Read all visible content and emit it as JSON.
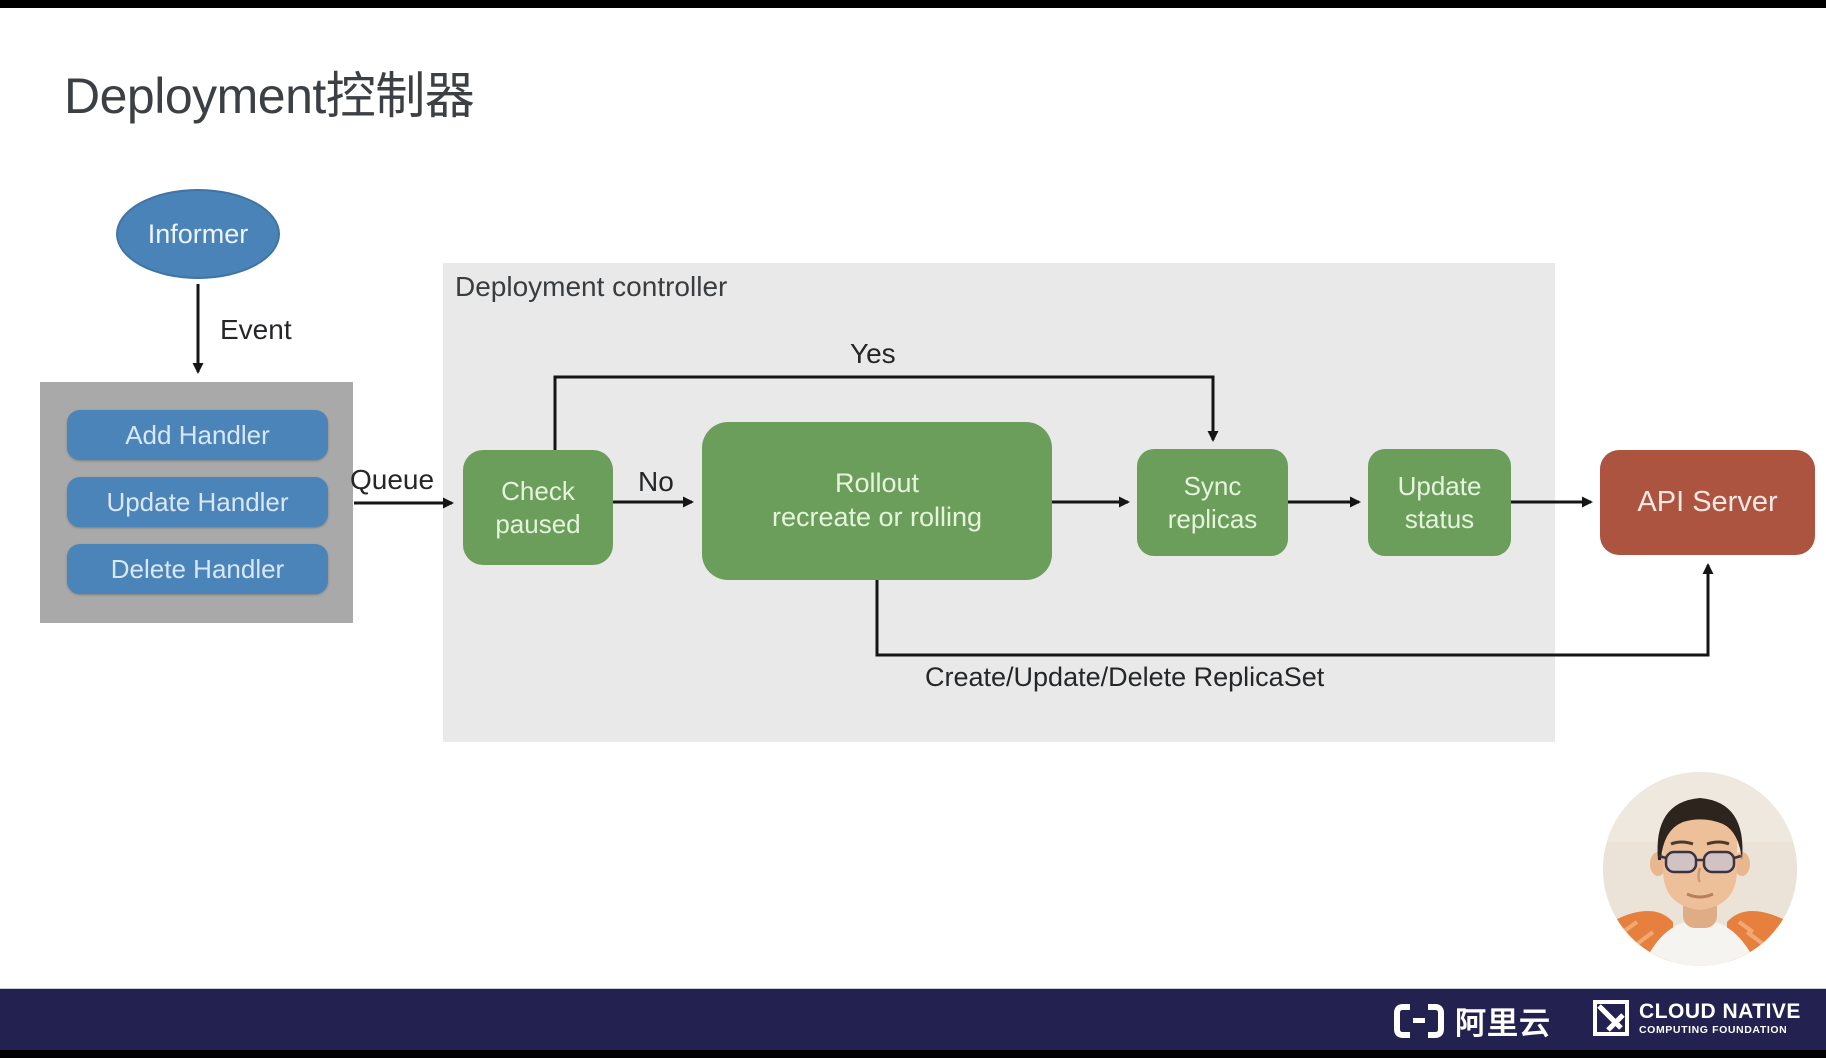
{
  "slide": {
    "title": "Deployment控制器"
  },
  "diagram": {
    "informer_label": "Informer",
    "event_label": "Event",
    "queue_label": "Queue",
    "handlers": {
      "items": [
        {
          "label": "Add Handler"
        },
        {
          "label": "Update Handler"
        },
        {
          "label": "Delete Handler"
        }
      ]
    },
    "controller": {
      "title": "Deployment controller",
      "yes_label": "Yes",
      "no_label": "No",
      "replicaset_label": "Create/Update/Delete ReplicaSet",
      "nodes": {
        "check_paused": "Check\npaused",
        "rollout": "Rollout\nrecreate or rolling",
        "sync_replicas": "Sync\nreplicas",
        "update_status": "Update\nstatus"
      }
    },
    "api_server_label": "API Server"
  },
  "footer": {
    "alibaba_text": "阿里云",
    "cncf_line1": "CLOUD NATIVE",
    "cncf_line2": "COMPUTING FOUNDATION"
  },
  "colors": {
    "node_blue": "#4a84b8",
    "node_green": "#6b9e5b",
    "node_red": "#ad5440",
    "handler_panel_gray": "#a9a9a9",
    "controller_panel_gray": "#e9e9e9",
    "footer_navy": "#232150",
    "connector_black": "#151515"
  }
}
